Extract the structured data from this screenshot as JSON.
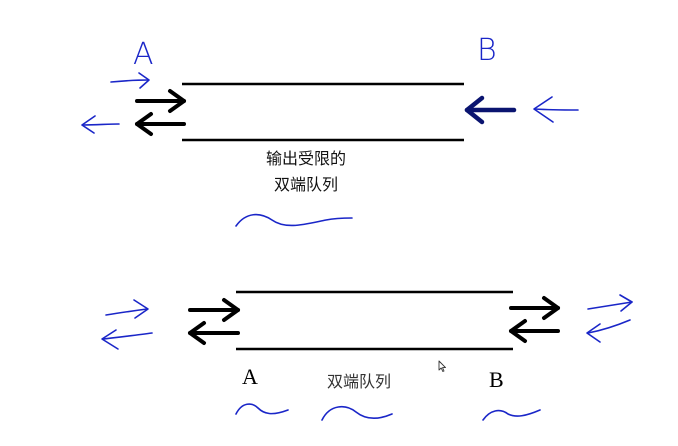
{
  "colors": {
    "ink": "#000000",
    "pen": "#1a26c8",
    "pen_dark": "#0a1470"
  },
  "top": {
    "end_a": "A",
    "end_b": "B",
    "caption_line1": "输出受限的",
    "caption_line2": "双端队列"
  },
  "bottom": {
    "end_a": "A",
    "end_b": "B",
    "caption": "双端队列"
  },
  "icons": {
    "cursor": "mouse-pointer-icon"
  }
}
